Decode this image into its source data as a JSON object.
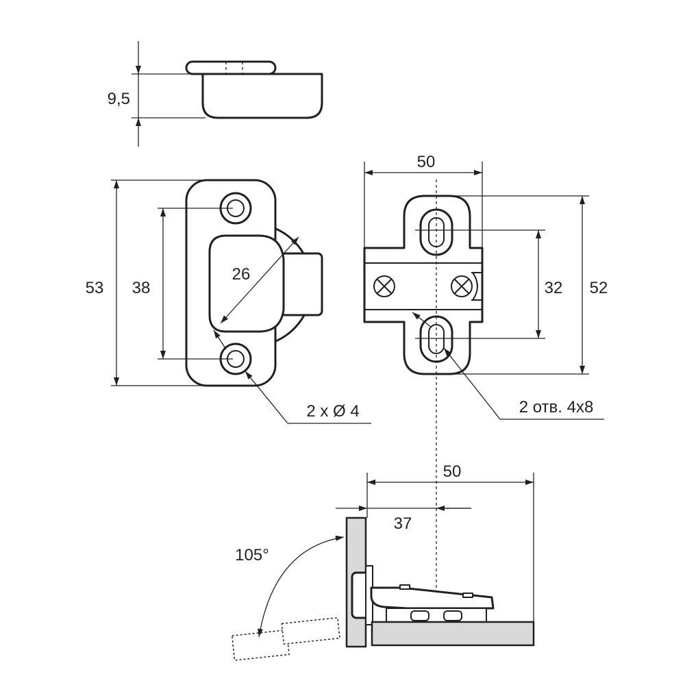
{
  "dimensions": {
    "height": "9,5",
    "plate_length": "53",
    "hole_spacing": "38",
    "cup_diameter": "26",
    "holes_callout": "2 x Ø 4",
    "plate_width": "50",
    "slot_spacing": "32",
    "mount_length": "52",
    "slots_callout": "2 отв. 4x8",
    "overall_width": "50",
    "offset": "37",
    "opening_angle": "105°"
  },
  "colors": {
    "line": "#231f20",
    "panel_fill": "#d9d9d9",
    "background": "#ffffff"
  }
}
